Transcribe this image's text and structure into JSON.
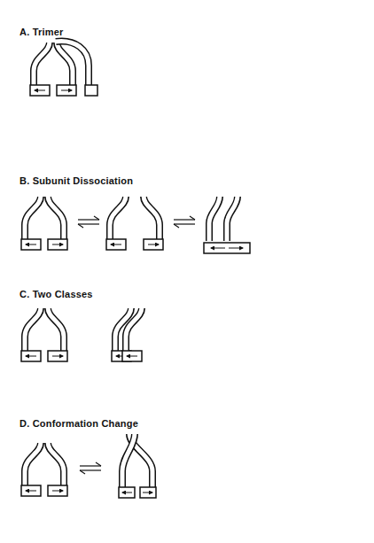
{
  "diagram": {
    "labels": [
      "A. Trimer",
      "B. Subunit Dissociation",
      "C. Two Classes",
      "D. Conformation Change"
    ]
  }
}
